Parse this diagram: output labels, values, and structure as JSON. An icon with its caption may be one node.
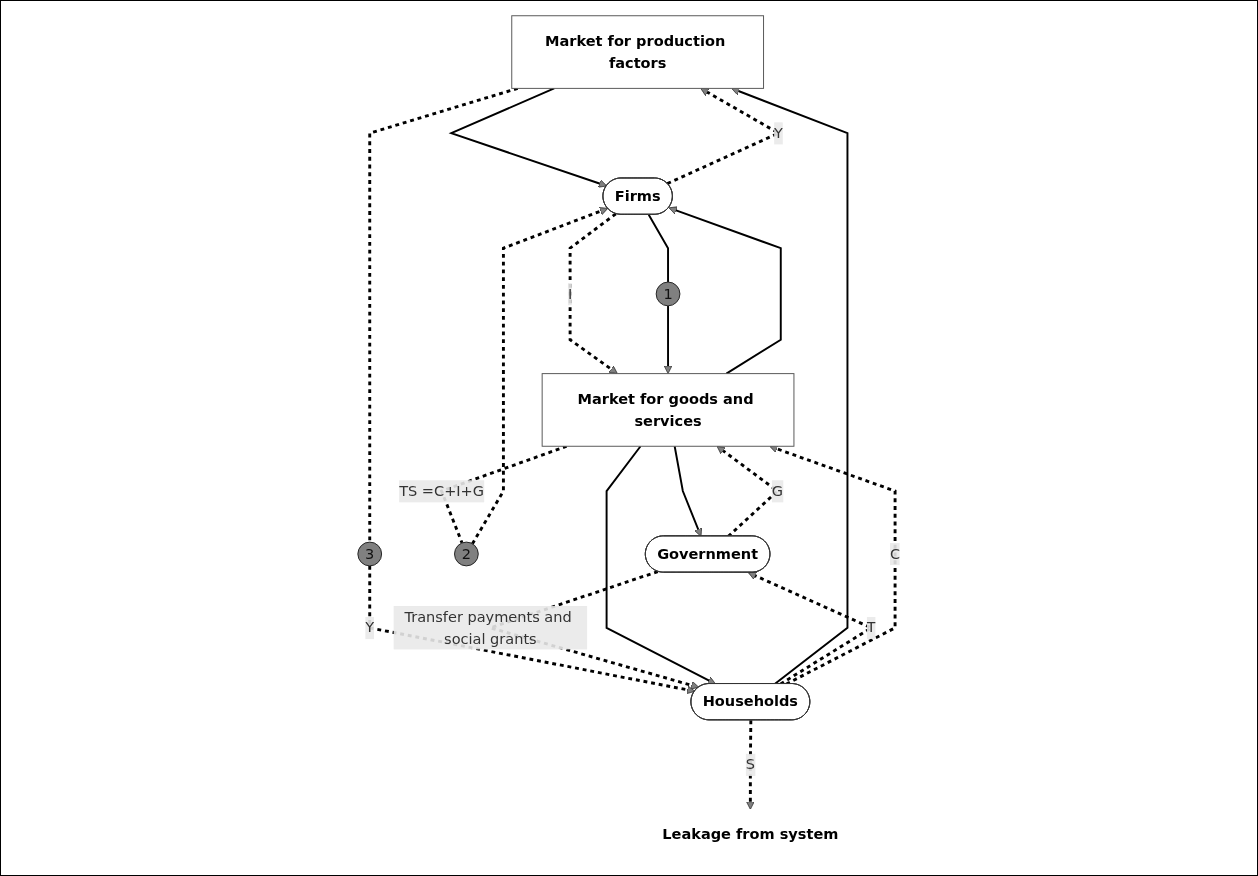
{
  "diagram": {
    "nodes": [
      {
        "text": [
          "Market for production factors"
        ]
      },
      {
        "text": [
          "Households"
        ]
      },
      {
        "text": [
          "Government"
        ]
      },
      {
        "text": [
          "Firms"
        ]
      },
      {
        "text": [
          "Market for goods and services"
        ]
      },
      {
        "text": [
          "1"
        ]
      },
      {
        "text": [
          "2"
        ]
      },
      {
        "text": [
          "3"
        ]
      },
      {
        "text": [
          "Leakage from system"
        ]
      }
    ],
    "edges": [
      {
        "from": 1,
        "to": 0,
        "arrow": "to"
      },
      {
        "from": 0,
        "to": 3,
        "arrow": "to"
      },
      {
        "from": 0,
        "to": 7,
        "arrow": "none",
        "style": "dashed"
      },
      {
        "from": 7,
        "to": 1,
        "arrow": "to",
        "style": "dashed",
        "label": "Y"
      },
      {
        "from": 3,
        "to": 0,
        "arrow": "to",
        "style": "dashed",
        "label": "Y"
      },
      {
        "from": 2,
        "to": 1,
        "arrow": "to",
        "style": "dashed",
        "label": "Transfer payments and social grants"
      },
      {
        "from": 1,
        "to": 2,
        "arrow": "to",
        "style": "dashed",
        "label": "T"
      },
      {
        "from": 2,
        "to": 4,
        "arrow": "to",
        "style": "dashed",
        "label": "G"
      },
      {
        "from": 4,
        "to": 2,
        "arrow": "to"
      },
      {
        "from": 4,
        "to": 1,
        "arrow": "to"
      },
      {
        "from": 4,
        "to": 3,
        "arrow": "to"
      },
      {
        "from": 3,
        "to": 4,
        "arrow": "to",
        "style": "dashed",
        "label": "I"
      },
      {
        "from": 3,
        "to": 5,
        "arrow": "none"
      },
      {
        "from": 5,
        "to": 4,
        "arrow": "to"
      },
      {
        "from": 4,
        "to": 6,
        "arrow": "none",
        "style": "dashed",
        "label": "TS =C+I+G"
      },
      {
        "from": 6,
        "to": 3,
        "arrow": "to",
        "style": "dashed"
      },
      {
        "from": 1,
        "to": 4,
        "arrow": "to",
        "style": "dashed",
        "label": "C"
      },
      {
        "from": 1,
        "to": 8,
        "arrow": "to",
        "style": "dashed",
        "label": "S"
      }
    ]
  }
}
